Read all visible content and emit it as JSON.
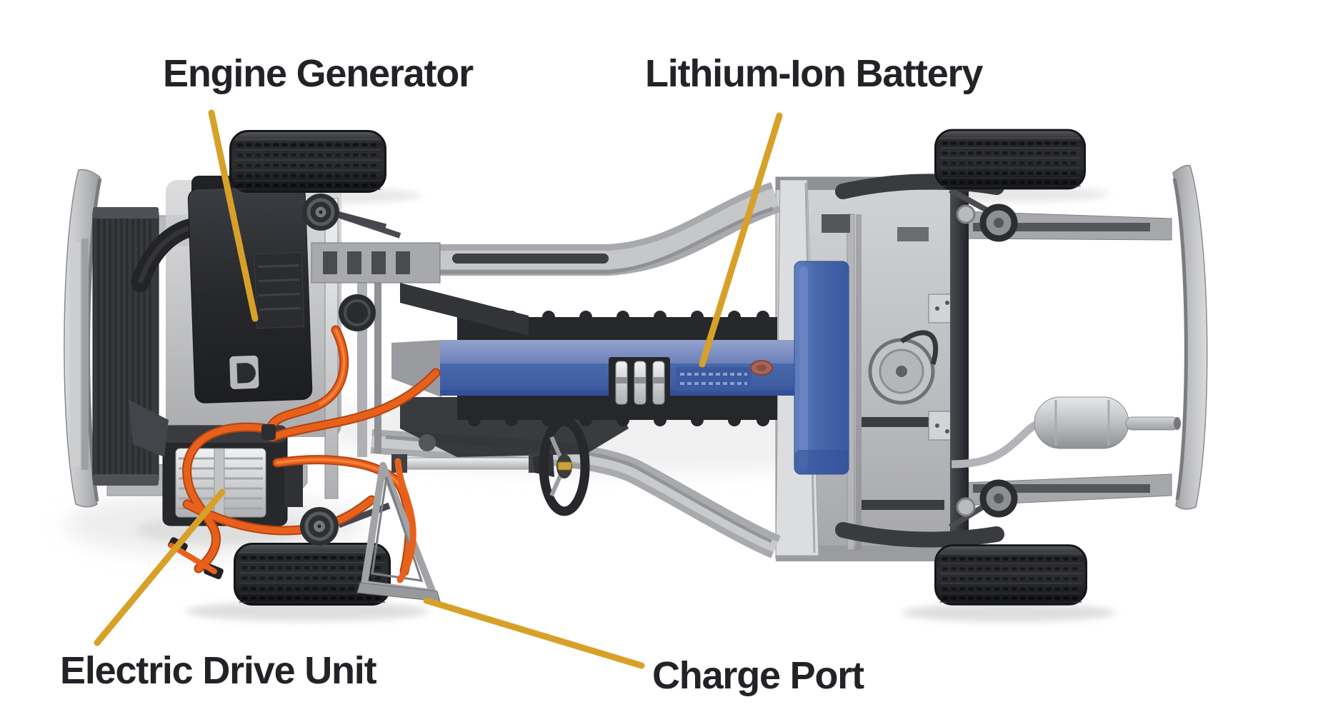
{
  "labels": {
    "engine_generator": "Engine Generator",
    "lithium_ion_battery": "Lithium-Ion Battery",
    "electric_drive_unit": "Electric Drive Unit",
    "charge_port": "Charge Port"
  },
  "colors": {
    "label_text": "#232227",
    "leader_line": "#d7a129",
    "battery_blue": "#4a68ac",
    "battery_blue_light": "#8a9ac8",
    "cable_orange": "#e8611c",
    "tire_dark": "#232428",
    "chassis_light_gray": "#c9cacc",
    "chassis_dark_gray": "#3a3b40",
    "bowtie_gold": "#c9a23a",
    "background": "#ffffff"
  },
  "icons": {
    "steering_wheel_emblem": "chevrolet-bowtie-icon"
  }
}
